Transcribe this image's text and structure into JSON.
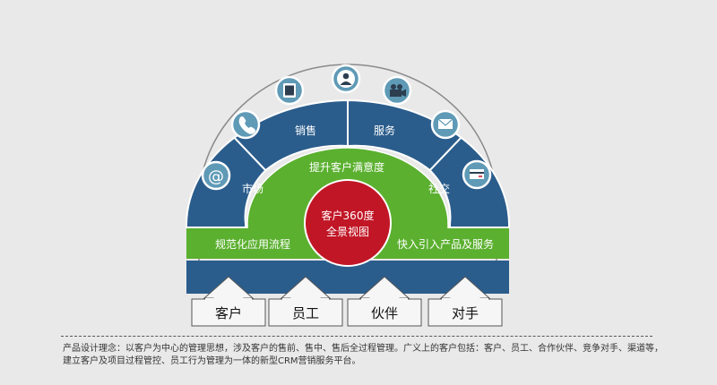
{
  "diagram": {
    "segments": [
      {
        "id": "market",
        "label": "市场"
      },
      {
        "id": "sales",
        "label": "销售"
      },
      {
        "id": "service",
        "label": "服务"
      },
      {
        "id": "social",
        "label": "社交"
      }
    ],
    "green_arc": "提升客户满意度",
    "core": {
      "line1": "客户360度",
      "line2": "全景视图"
    },
    "left_band": "规范化应用流程",
    "right_band": "快入引入产品及服务",
    "parties": [
      "客户",
      "员工",
      "伙伴",
      "对手"
    ],
    "icons": [
      "at-icon",
      "phone-icon",
      "tablet-icon",
      "user-icon",
      "video-camera-icon",
      "mail-icon",
      "card-icon"
    ],
    "colors": {
      "blue": "#2b5d8c",
      "green": "#5bb02f",
      "red": "#c11626",
      "icon_bg": "#5f9ab6"
    }
  },
  "footnote": "产品设计理念：以客户为中心的管理思想，涉及客户的售前、售中、售后全过程管理。广义上的客户包括：客户、员工、合作伙伴、竞争对手、渠道等，建立客户及项目过程管控、员工行为管理为一体的新型CRM营销服务平台。"
}
